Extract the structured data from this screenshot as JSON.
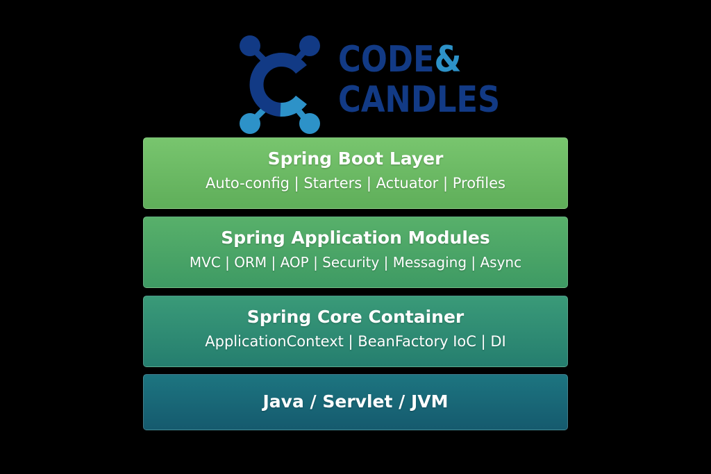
{
  "logo": {
    "line1": "CODE",
    "amp": "&",
    "line2": "CANDLES",
    "icon": "c-network-icon",
    "colors": {
      "dark_blue": "#123a85",
      "light_blue": "#2d92c8"
    }
  },
  "layers": [
    {
      "title": "Spring Boot Layer",
      "subtitle": "Auto-config | Starters | Actuator | Profiles",
      "color": "#6bbb65"
    },
    {
      "title": "Spring Application Modules",
      "subtitle": "MVC | ORM | AOP | Security | Messaging | Async",
      "color": "#4ca567"
    },
    {
      "title": "Spring Core Container",
      "subtitle": "ApplicationContext | BeanFactory IoC | DI",
      "color": "#2f8c74"
    },
    {
      "title": "Java / Servlet / JVM",
      "color": "#196877"
    }
  ]
}
